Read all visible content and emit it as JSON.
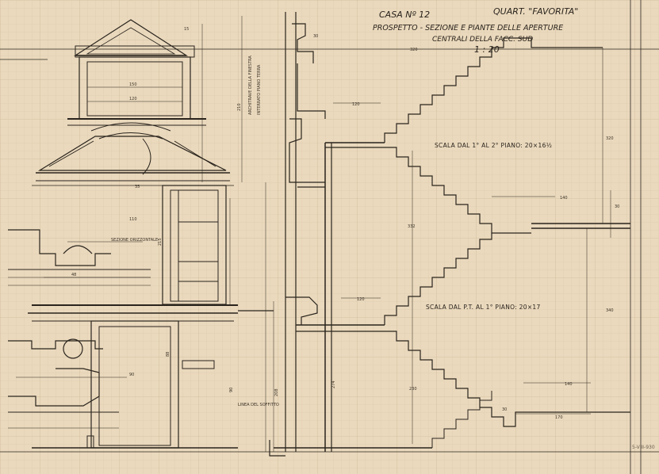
{
  "title": {
    "line1_left": "CASA Nº 12",
    "line1_right": "QUART. \"FAVORITA\"",
    "line2": "PROSPETTO - SEZIONE E PIANTE DELLE APERTURE",
    "line3": "CENTRALI DELLA FACC. SUD",
    "scale": "1 : 20"
  },
  "stair_notes": {
    "upper": "SCALA DAL 1° AL 2° PIANO: 20×16½",
    "lower": "SCALA DAL P.T. AL 1° PIANO: 20×17"
  },
  "small_notes": {
    "section_left": "SEZIONE ORIZZONTALE",
    "section_mid": "LINEA DEL SOFFITTO",
    "left_vertical": "ARCHITRAVE DELLA FINESTRA",
    "left_vertical_2": "INTERRATO PIANO TERRA"
  },
  "stamp": "5-VIII-930",
  "dimensions": {
    "top_right": "320",
    "stair_upper_right": "320",
    "stair_mid": "332",
    "stair_upper_rise": "140",
    "stair_lower_rise": "340",
    "stair_lower_run": "140",
    "stair_bottom_run": "170",
    "stair_bottom_small": "30",
    "landing_run": "120",
    "landing_run_2": "120",
    "right_small": "30",
    "section_height_1": "274",
    "section_height_2": "230",
    "section_height_3": "208",
    "left_heights": [
      "215",
      "210",
      "90",
      "88"
    ],
    "left_widths": [
      "150",
      "120",
      "110",
      "90",
      "48",
      "30",
      "35",
      "15"
    ]
  }
}
